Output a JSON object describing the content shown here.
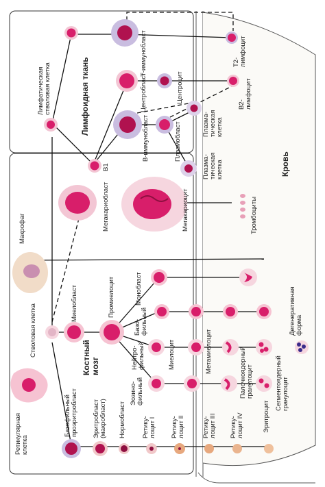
{
  "regions": {
    "lymphoid": "Лимфоидная ткань",
    "marrow": "Костный\nмозг",
    "blood": "Кровь"
  },
  "labels": {
    "stem": "Стволовая клетка",
    "lymph_stem": "Лимфатическая\nстволовая клетка",
    "reticular": "Ретикулярная\nклетка",
    "macrophage": "Макрофаг",
    "megakaryoblast": "Мегакариобласт",
    "megakaryocyte": "Мегакариоцит",
    "thrombocytes": "Тромбоциты",
    "b1": "B1",
    "t_immunoblast": "Т-иммунобласт",
    "t2": "Т2-\nлимфоцит",
    "centroblast": "Центробласт",
    "centrocyte": "Центроцит",
    "b2": "B2-\nлимфоцит",
    "b_immunoblast": "B-иммунобласт",
    "plasmoblast": "Плазмобласт",
    "plasma_cell_1": "Плазма-\nтическая\nклетка",
    "plasma_cell_2": "Плазма-\nтическая\nклетка",
    "myeloblast": "Миелобласт",
    "promyelocyte": "Промиелоцит",
    "monoblast": "Монобласт",
    "basophilic": "Базо-\nфильный",
    "neutrophilic": "Нейтро-\nфильный",
    "eosinophilic": "Эозино-\nфильный",
    "myelocyte": "Миелоцит",
    "metamyelocyte": "Метамиелоцит",
    "band": "Палочкоядерный\nгранулоцит",
    "segmented": "Сегментоядерный\nгранулоцит",
    "degenerative": "Дегенеративная\nформа",
    "basophilic_proerythroblast": "Базофильный\nпроэритробласт",
    "erythroblast": "Эритробласт\n(макробласт)",
    "normoblast": "Нормобласт",
    "reticulocyte_1": "Ретику-\nлоцит I",
    "reticulocyte_2": "Ретику-\nлоцит II",
    "reticulocyte_3": "Ретику-\nлоцит III",
    "reticulocyte_4": "Ретику-\nлоцит IV",
    "erythrocyte": "Эритроцит"
  },
  "colors": {
    "nucleus": "#d81e6a",
    "nucleus_dark": "#b0124f",
    "cytoplasm_pink": "#f6c3d2",
    "cytoplasm_violet": "#c9bde0",
    "cytoplasm_beige": "#f1dcc8",
    "erythro": "#e7a87e",
    "line": "#111111"
  }
}
